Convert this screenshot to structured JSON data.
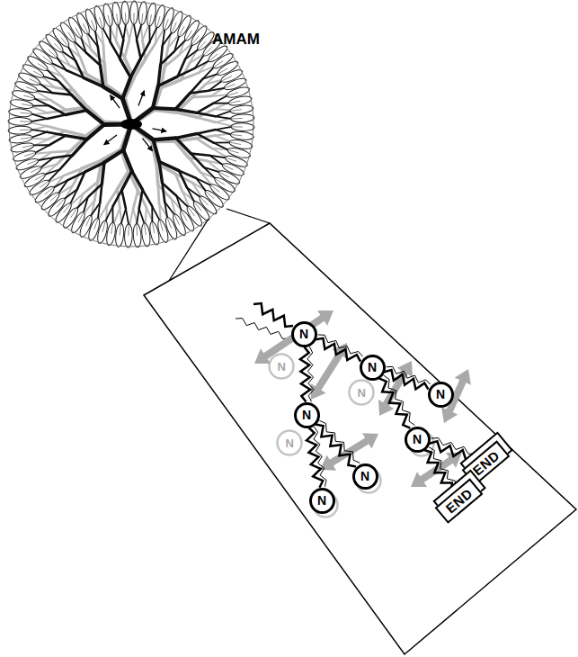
{
  "diagram": {
    "nodes": [
      {
        "text": [
          "N"
        ]
      },
      {
        "text": [
          "N"
        ]
      },
      {
        "text": [
          "N"
        ]
      },
      {
        "text": [
          "N"
        ]
      },
      {
        "text": [
          "N"
        ]
      },
      {
        "text": [
          "N"
        ]
      },
      {
        "text": [
          "N"
        ]
      },
      {
        "text": [
          "END"
        ]
      },
      {
        "text": [
          "END"
        ]
      }
    ],
    "edges": [
      {
        "from": 0,
        "to": 1,
        "arrow": "none"
      },
      {
        "from": 0,
        "to": 3,
        "arrow": "none"
      },
      {
        "from": 1,
        "to": 2,
        "arrow": "none"
      },
      {
        "from": 1,
        "to": 4,
        "arrow": "none"
      },
      {
        "from": 3,
        "to": 5,
        "arrow": "none"
      },
      {
        "from": 3,
        "to": 6,
        "arrow": "none"
      },
      {
        "from": 4,
        "to": 7,
        "arrow": "none"
      },
      {
        "from": 4,
        "to": 8,
        "arrow": "none"
      }
    ],
    "labels": [
      "AMAM",
      "N",
      "N",
      "N"
    ]
  }
}
